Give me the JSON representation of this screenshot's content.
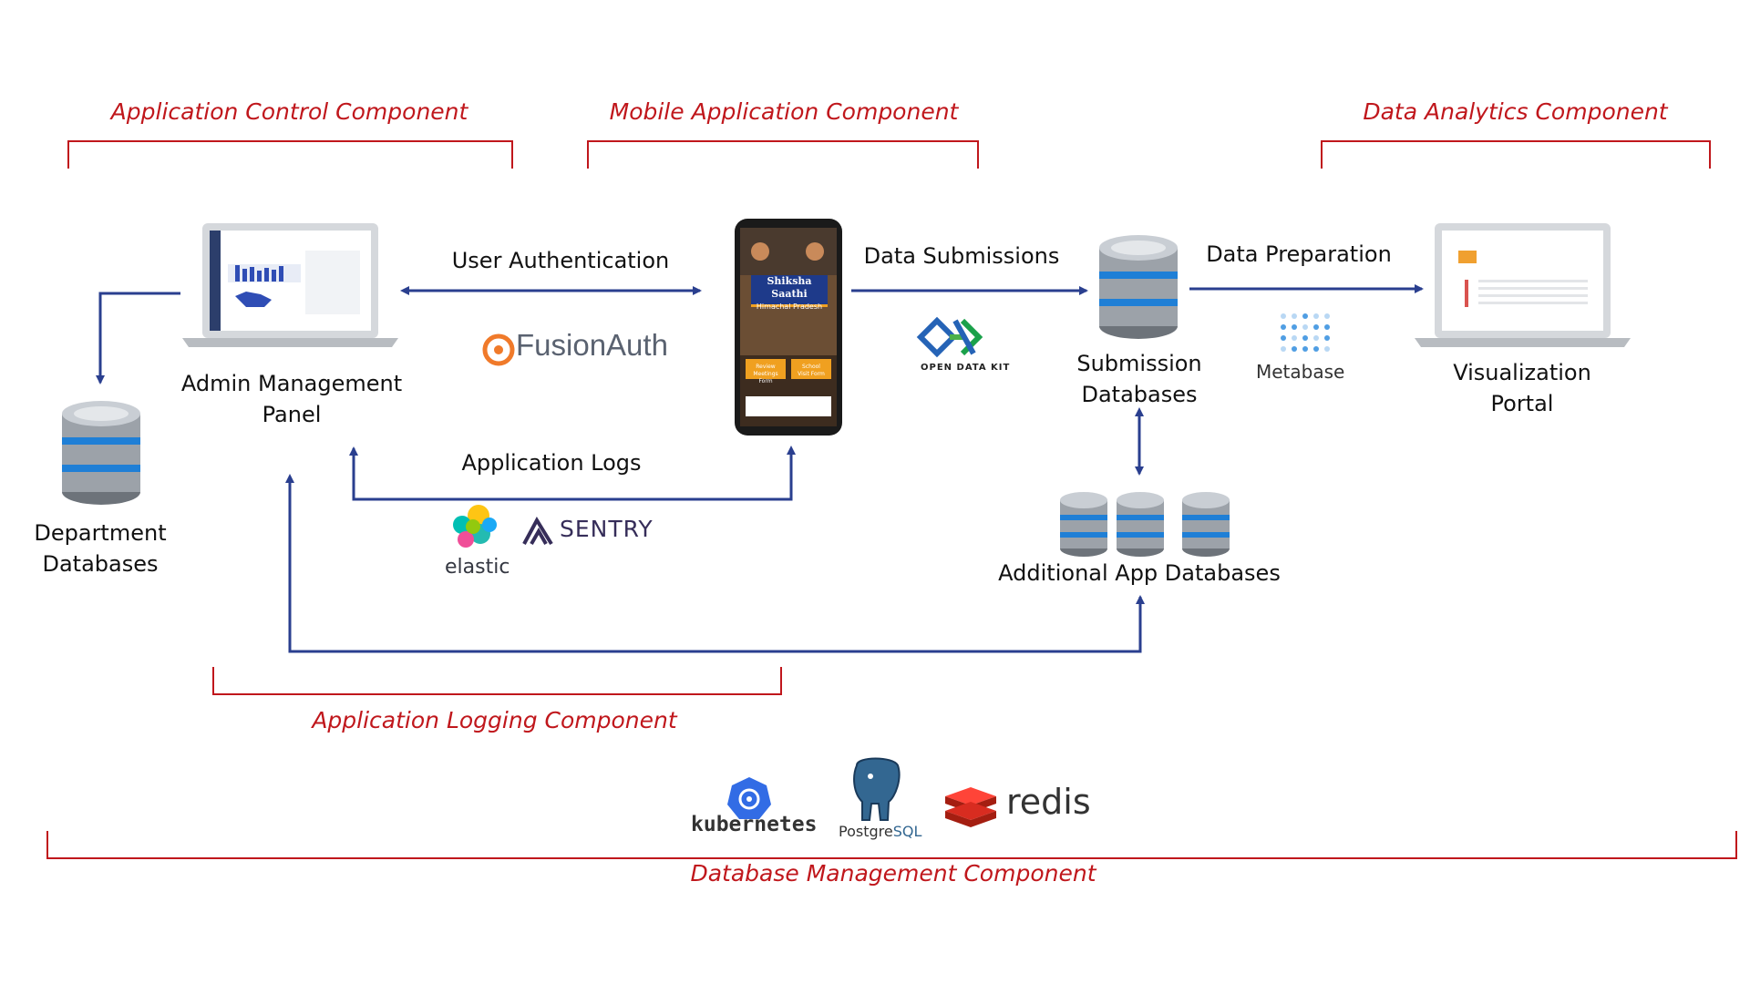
{
  "components": {
    "application_control": "Application Control Component",
    "mobile_application": "Mobile Application Component",
    "data_analytics": "Data Analytics Component",
    "application_logging": "Application Logging Component",
    "database_management": "Database Management Component"
  },
  "nodes": {
    "admin_panel": {
      "line1": "Admin Management",
      "line2": "Panel"
    },
    "department_db": {
      "line1": "Department",
      "line2": "Databases"
    },
    "submission_db": {
      "line1": "Submission",
      "line2": "Databases"
    },
    "additional_db": {
      "line1": "Additional App Databases"
    },
    "visualization_portal": {
      "line1": "Visualization",
      "line2": "Portal"
    }
  },
  "edges": {
    "user_auth": "User Authentication",
    "data_submissions": "Data Submissions",
    "data_preparation": "Data Preparation",
    "application_logs": "Application Logs"
  },
  "phone": {
    "title": "Shiksha Saathi",
    "subtitle": "Himachal Pradesh",
    "btn_left_1": "Review",
    "btn_left_2": "Meetings Form",
    "btn_right_1": "School",
    "btn_right_2": "Visit Form"
  },
  "logos": {
    "fusionauth": "FusionAuth",
    "odk": "OPEN DATA KIT",
    "metabase": "Metabase",
    "elastic": "elastic",
    "sentry": "SENTRY",
    "kubernetes": "kubernetes",
    "postgres_a": "Postgre",
    "postgres_b": "SQL",
    "redis": "redis"
  },
  "colors": {
    "component_label": "#c0171c",
    "bracket": "#c0171c",
    "arrow": "#2a3f8f",
    "db_body": "#8f959c",
    "db_band": "#1f7fd6"
  }
}
